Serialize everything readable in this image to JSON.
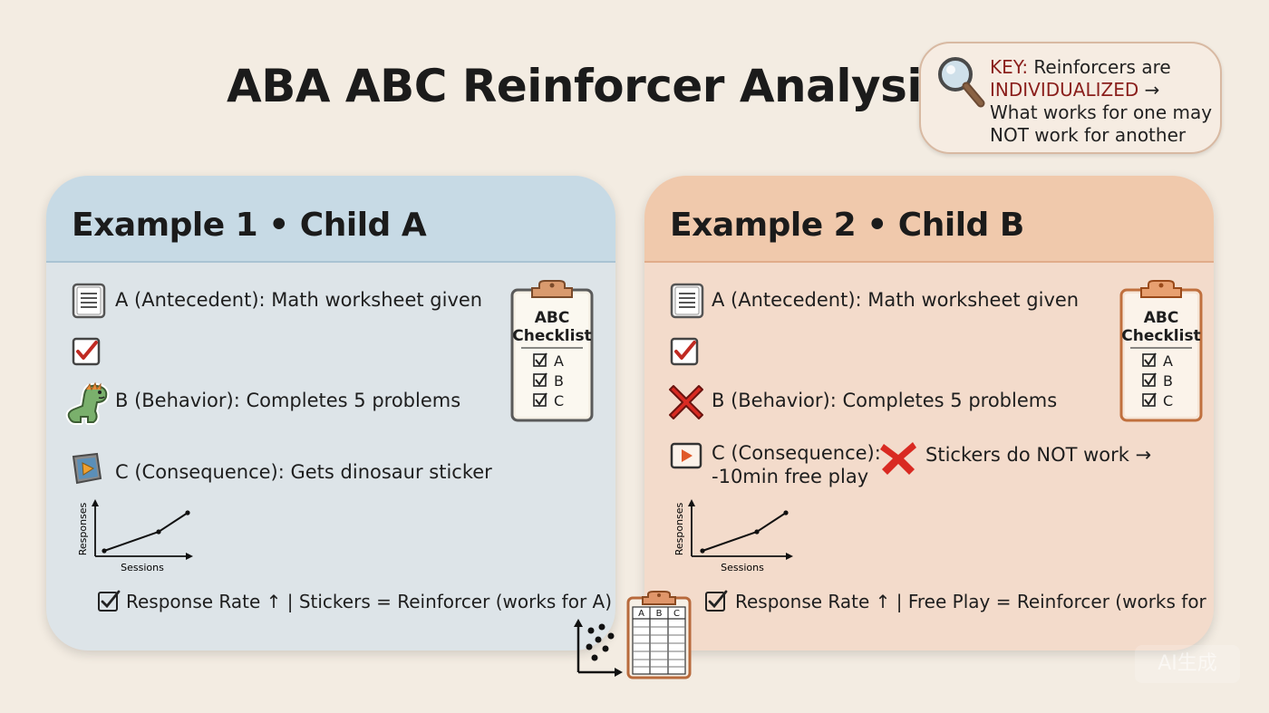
{
  "title": "ABA ABC Reinforcer Analysis",
  "key": {
    "prefix": "KEY:",
    "line1_rest": " Reinforcers are",
    "highlight": "INDIVIDUALIZED",
    "arrow": " →",
    "line3": "What works for one may",
    "line4": "NOT work for another"
  },
  "example1": {
    "header": "Example 1 • Child A",
    "antecedent": "A (Antecedent): Math worksheet given",
    "behavior": "B (Behavior): Completes 5 problems",
    "consequence": "C (Consequence): Gets dinosaur sticker",
    "result": "Response Rate ↑ | Stickers = Reinforcer (works for A)",
    "chart_ylabel": "Responses",
    "chart_xlabel": "Sessions"
  },
  "example2": {
    "header": "Example 2 • Child B",
    "antecedent": "A (Antecedent): Math worksheet given",
    "behavior": "B (Behavior): Completes 5 problems",
    "consequence_line1": "C (Consequence):",
    "consequence_line2": "-10min free play",
    "sticker_note": "Stickers do NOT work →",
    "result": "Response Rate ↑ | Free Play = Reinforcer (works for B)",
    "chart_ylabel": "Responses",
    "chart_xlabel": "Sessions"
  },
  "checklist": {
    "title_line1": "ABC",
    "title_line2": "Checklist",
    "items": [
      "A",
      "B",
      "C"
    ]
  },
  "table_headers": [
    "A",
    "B",
    "C"
  ],
  "watermark": "AI生成",
  "colors": {
    "panel_a_header": "#c7dae5",
    "panel_b_header": "#f0c9ac",
    "accent_red": "#d92a22",
    "key_highlight": "#8a1f1c"
  }
}
